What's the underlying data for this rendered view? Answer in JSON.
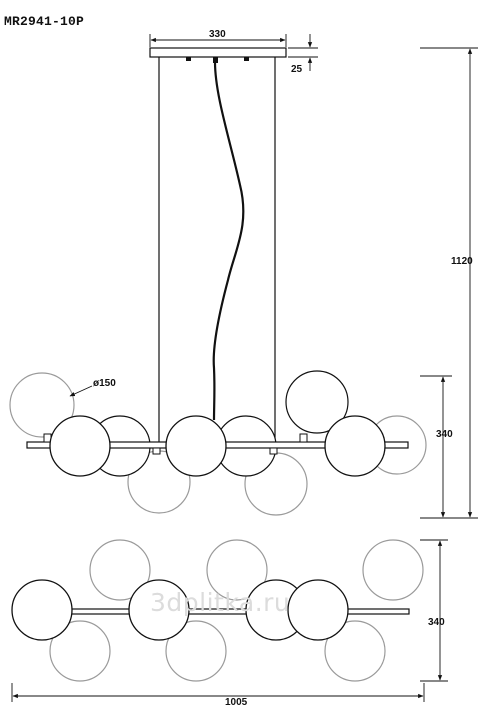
{
  "model_code": "MR2941-10P",
  "dimensions": {
    "canopy_width": "330",
    "canopy_height": "25",
    "total_height": "1120",
    "globe_diameter": "ø150",
    "side_view_height": "340",
    "top_view_depth": "340",
    "total_length": "1005"
  },
  "watermark": "3dplitka.ru",
  "colors": {
    "line": "#111111",
    "light_globe": "#9a9a9a",
    "watermark": "#dcdcdc"
  }
}
